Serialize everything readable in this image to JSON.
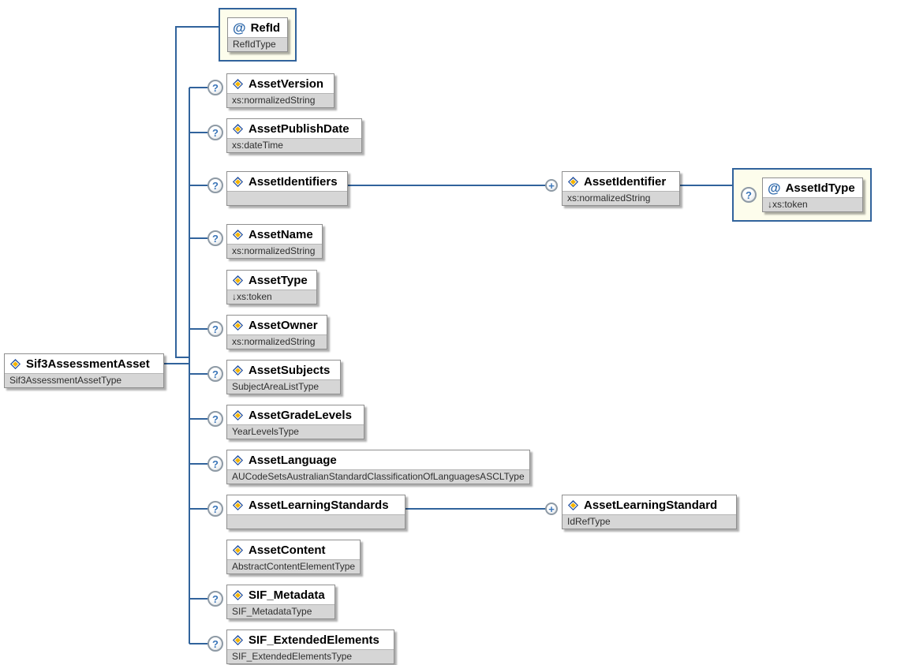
{
  "badges": {
    "optional": "?",
    "repeatable": "+",
    "attribute": "@"
  },
  "colors": {
    "connector": "#31639C",
    "attribute_box_bg": "#FDFDEC",
    "attribute_box_border": "#31639C",
    "type_bar_bg": "#D6D6D6",
    "node_border": "#8F8F8F",
    "icon_blue": "#24509E",
    "icon_gold": "#F5B400",
    "badge_blue": "#3A75B8"
  },
  "diagram": {
    "root": {
      "name": "Sif3AssessmentAsset",
      "type": "Sif3AssessmentAssetType"
    },
    "children": [
      {
        "kind": "attribute",
        "name": "RefId",
        "type": "RefIdType",
        "occurrence": "required"
      },
      {
        "kind": "element",
        "name": "AssetVersion",
        "type": "xs:normalizedString",
        "occurrence": "optional"
      },
      {
        "kind": "element",
        "name": "AssetPublishDate",
        "type": "xs:dateTime",
        "occurrence": "optional"
      },
      {
        "kind": "element",
        "name": "AssetIdentifiers",
        "type": "",
        "occurrence": "optional"
      },
      {
        "kind": "element",
        "name": "AssetName",
        "type": "xs:normalizedString",
        "occurrence": "optional"
      },
      {
        "kind": "element",
        "name": "AssetType",
        "type": "↓xs:token",
        "occurrence": "required"
      },
      {
        "kind": "element",
        "name": "AssetOwner",
        "type": "xs:normalizedString",
        "occurrence": "optional"
      },
      {
        "kind": "element",
        "name": "AssetSubjects",
        "type": "SubjectAreaListType",
        "occurrence": "optional"
      },
      {
        "kind": "element",
        "name": "AssetGradeLevels",
        "type": "YearLevelsType",
        "occurrence": "optional"
      },
      {
        "kind": "element",
        "name": "AssetLanguage",
        "type": "AUCodeSetsAustralianStandardClassificationOfLanguagesASCLType",
        "occurrence": "optional"
      },
      {
        "kind": "element",
        "name": "AssetLearningStandards",
        "type": "",
        "occurrence": "optional"
      },
      {
        "kind": "element",
        "name": "AssetContent",
        "type": "AbstractContentElementType",
        "occurrence": "required"
      },
      {
        "kind": "element",
        "name": "SIF_Metadata",
        "type": "SIF_MetadataType",
        "occurrence": "optional"
      },
      {
        "kind": "element",
        "name": "SIF_ExtendedElements",
        "type": "SIF_ExtendedElementsType",
        "occurrence": "optional"
      }
    ],
    "descendants": {
      "assetIdentifier": {
        "kind": "element",
        "name": "AssetIdentifier",
        "type": "xs:normalizedString",
        "occurrence": "repeatable"
      },
      "assetIdType": {
        "kind": "attribute",
        "name": "AssetIdType",
        "type": "↓xs:token",
        "occurrence": "optional"
      },
      "assetLearningStandard": {
        "kind": "element",
        "name": "AssetLearningStandard",
        "type": "IdRefType",
        "occurrence": "repeatable"
      }
    }
  }
}
